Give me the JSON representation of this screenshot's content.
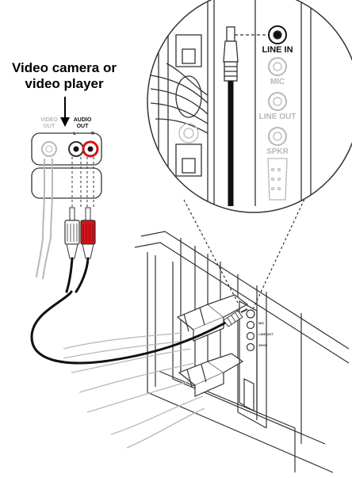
{
  "source_device": {
    "line1": "Video camera or",
    "line2": "video player"
  },
  "device_panel": {
    "video_out_line1": "VIDEO",
    "video_out_line2": "OUT",
    "audio_out_line1": "AUDIO",
    "audio_out_line2": "OUT",
    "left_channel": "L",
    "right_channel": "R"
  },
  "pc_jacks": {
    "line_in": "LINE IN",
    "mic": "MIC",
    "line_out": "LINE OUT",
    "spkr": "SPKR"
  },
  "colors": {
    "red_plug": "#d6131a",
    "white_plug": "#ffffff",
    "cable": "#111111",
    "faded": "#b8b8b8",
    "outline": "#333333"
  }
}
